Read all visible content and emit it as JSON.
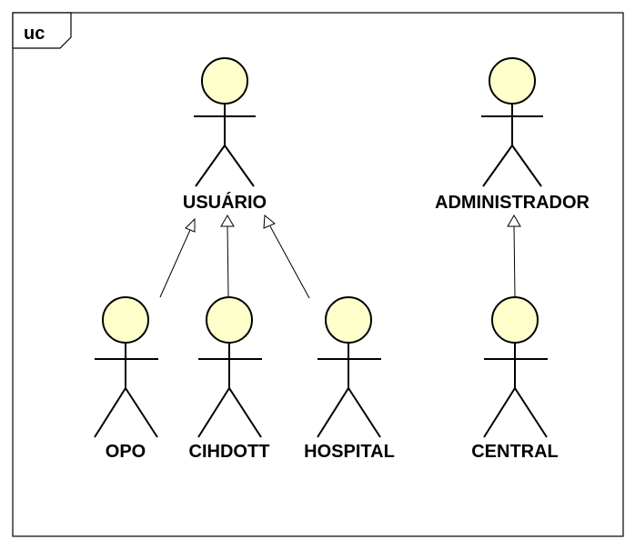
{
  "diagram": {
    "frame_label": "uc",
    "actor_fill": "#ffffcc",
    "actors": [
      {
        "id": "usuario",
        "label": "USUÁRIO"
      },
      {
        "id": "administrador",
        "label": "ADMINISTRADOR"
      },
      {
        "id": "opo",
        "label": "OPO"
      },
      {
        "id": "cihdott",
        "label": "CIHDOTT"
      },
      {
        "id": "hospital",
        "label": "HOSPITAL"
      },
      {
        "id": "central",
        "label": "CENTRAL"
      }
    ],
    "generalizations": [
      {
        "from": "opo",
        "to": "usuario"
      },
      {
        "from": "cihdott",
        "to": "usuario"
      },
      {
        "from": "hospital",
        "to": "usuario"
      },
      {
        "from": "central",
        "to": "administrador"
      }
    ]
  }
}
